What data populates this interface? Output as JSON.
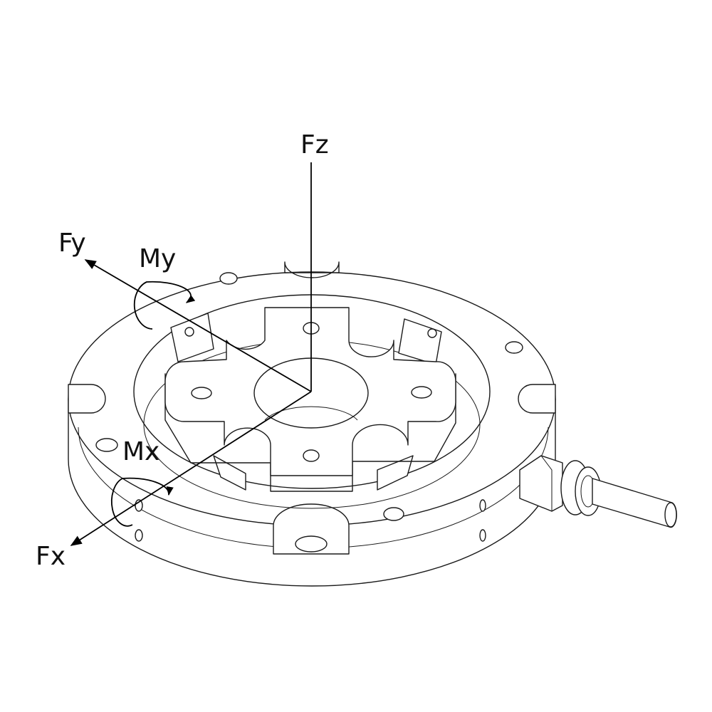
{
  "labels": {
    "fz": "Fz",
    "fy": "Fy",
    "fx": "Fx",
    "my": "My",
    "mx": "Mx"
  },
  "colors": {
    "line": "#1a1a1a",
    "background": "#ffffff"
  }
}
